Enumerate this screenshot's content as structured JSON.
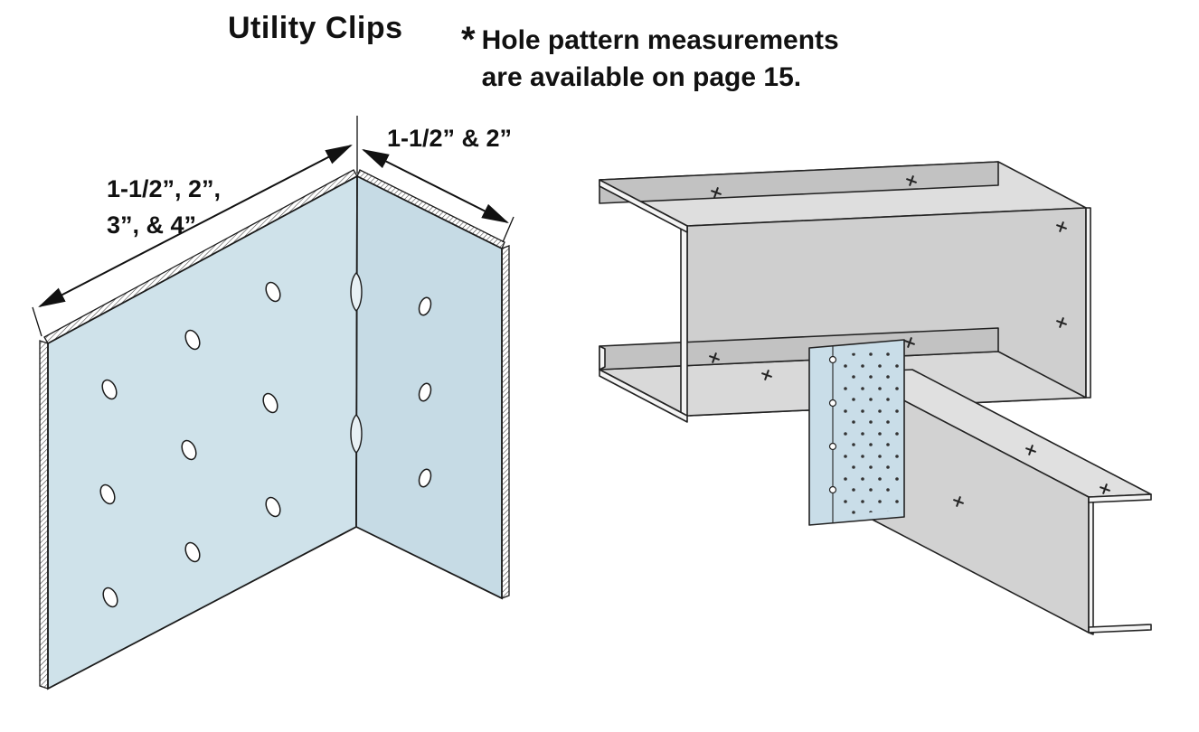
{
  "title": "Utility Clips",
  "note": {
    "asterisk": "*",
    "line1": "Hole pattern measurements",
    "line2": "are available on page 15."
  },
  "clip_diagram": {
    "name": "utility-clip-isometric",
    "dim_left_line1": "1-1/2”, 2”,",
    "dim_left_line2": "3”, & 4”",
    "dim_right": "1-1/2” & 2”",
    "hole_count_large_leg": 9,
    "hole_count_small_leg": 3,
    "embossment_count": 2,
    "colors": {
      "clip_face": "#cfe2ea",
      "clip_face_shaded": "#c6dbe5",
      "outline": "#1b1b1b"
    }
  },
  "application_diagram": {
    "name": "utility-clip-installed-in-steel-framing",
    "screw_mark_count": 10,
    "colors": {
      "steel_light": "#dedede",
      "steel_mid": "#cfcfcf",
      "steel_dark": "#c2c2c2",
      "cut_face": "#f4f4f4",
      "clip_face": "#c9dde8"
    }
  }
}
